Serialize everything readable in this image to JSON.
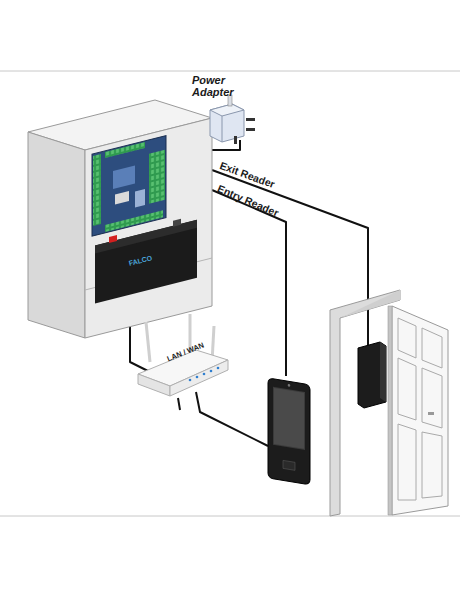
{
  "diagram": {
    "labels": [
      "Power Adapter",
      "Exit Reader",
      "Entry Reader",
      "LAN / WAN",
      "FALCO"
    ]
  }
}
